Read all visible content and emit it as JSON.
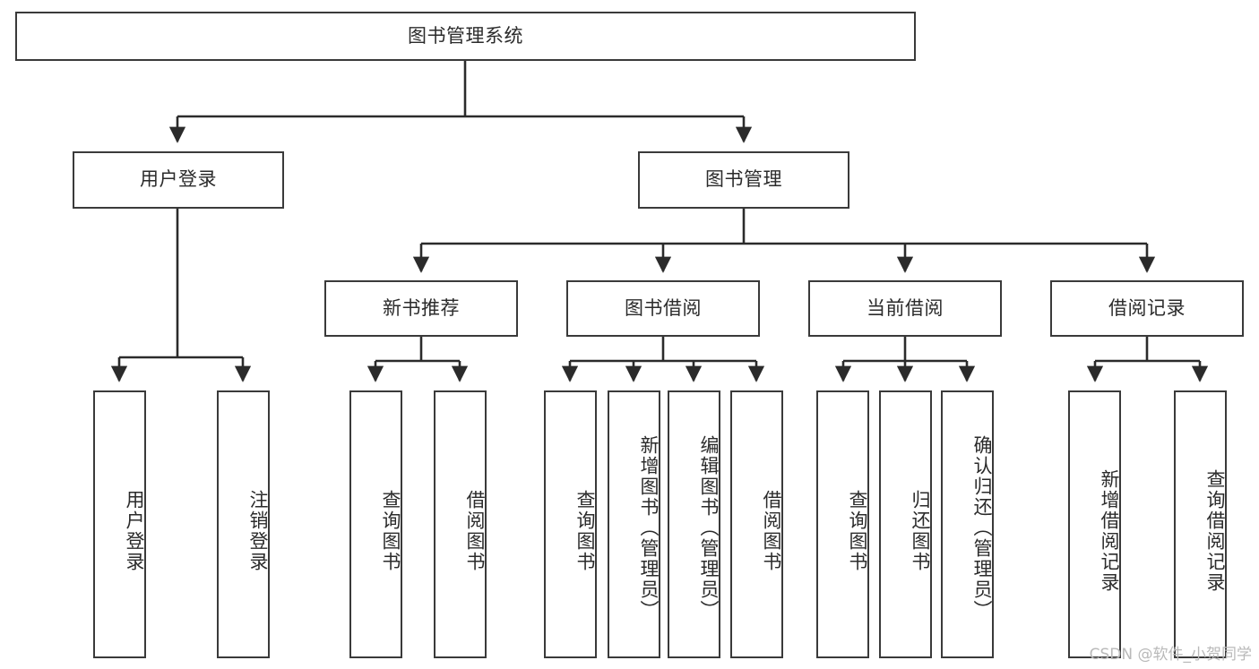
{
  "diagram": {
    "title": "图书管理系统",
    "type": "tree",
    "watermark": "CSDN @软件_小贺同学",
    "colors": {
      "box_border": "#3a3a3a",
      "box_fill": "#ffffff",
      "connector": "#2b2b2b",
      "text": "#2b2b2b",
      "watermark": "#b9b9b9",
      "background": "#ffffff"
    },
    "nodes": {
      "root": {
        "label": "图书管理系统"
      },
      "level2": [
        {
          "label": "用户登录"
        },
        {
          "label": "图书管理"
        }
      ],
      "level3": [
        {
          "label": "新书推荐"
        },
        {
          "label": "图书借阅"
        },
        {
          "label": "当前借阅"
        },
        {
          "label": "借阅记录"
        }
      ],
      "leaves": [
        {
          "label": "用户登录",
          "parent": "用户登录"
        },
        {
          "label": "注销登录",
          "parent": "用户登录"
        },
        {
          "label": "查询图书",
          "parent": "新书推荐"
        },
        {
          "label": "借阅图书",
          "parent": "新书推荐"
        },
        {
          "label": "查询图书",
          "parent": "图书借阅"
        },
        {
          "label": "新增图书（管理员）",
          "parent": "图书借阅"
        },
        {
          "label": "编辑图书（管理员）",
          "parent": "图书借阅"
        },
        {
          "label": "借阅图书",
          "parent": "图书借阅"
        },
        {
          "label": "查询图书",
          "parent": "当前借阅"
        },
        {
          "label": "归还图书",
          "parent": "当前借阅"
        },
        {
          "label": "确认归还（管理员）",
          "parent": "当前借阅"
        },
        {
          "label": "新增借阅记录",
          "parent": "借阅记录"
        },
        {
          "label": "查询借阅记录",
          "parent": "借阅记录"
        }
      ]
    }
  }
}
